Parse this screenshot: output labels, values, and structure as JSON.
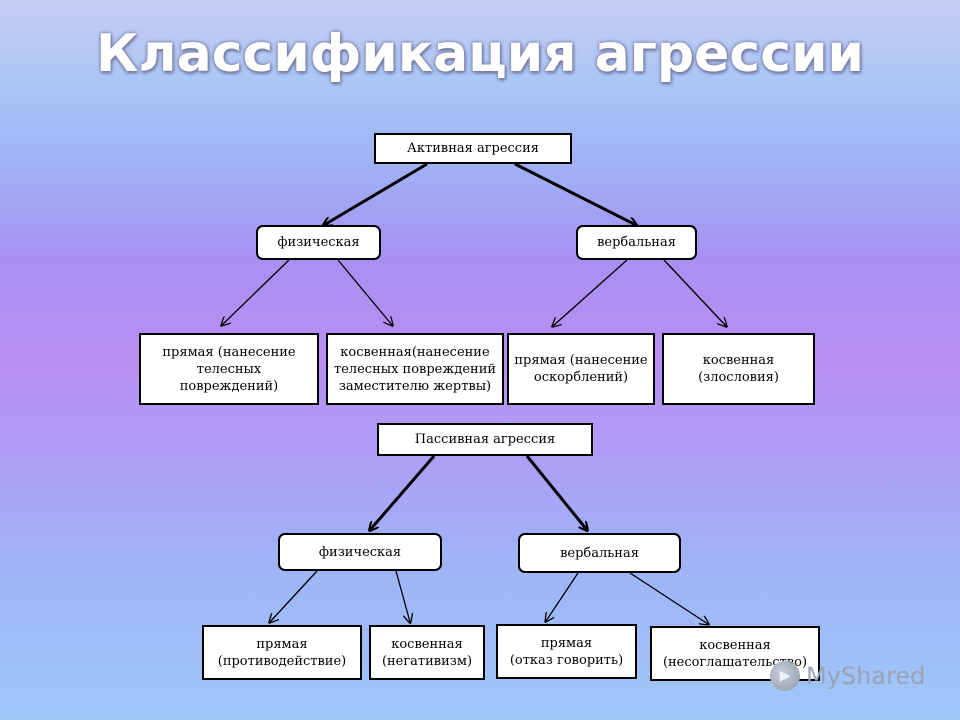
{
  "title": "Классификация агрессии",
  "active": {
    "label": "Активная агрессия",
    "physical": "физическая",
    "verbal": "вербальная",
    "physical_direct": "прямая (нанесение\nтелесных\nповреждений)",
    "physical_indirect": "косвенная(нанесение\nтелесных повреждений\nзаместителю жертвы)",
    "verbal_direct": "прямая (нанесение\nоскорблений)",
    "verbal_indirect": "косвенная\n(злословия)"
  },
  "passive": {
    "label": "Пассивная агрессия",
    "physical": "физическая",
    "verbal": "вербальная",
    "physical_direct": "прямая\n(противодействие)",
    "physical_indirect": "косвенная\n(негативизм)",
    "verbal_direct": "прямая\n(отказ говорить)",
    "verbal_indirect": "косвенная\n(несоглашательство)"
  },
  "watermark": {
    "text": "MyShared",
    "icon": "myshared-logo-icon"
  }
}
